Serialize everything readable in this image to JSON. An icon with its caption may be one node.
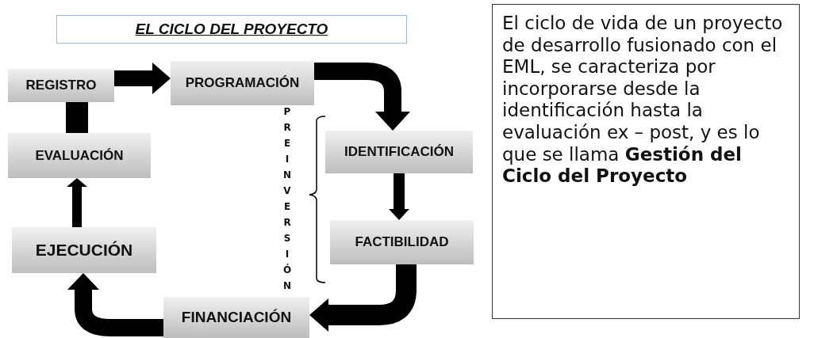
{
  "diagram": {
    "title": "EL CICLO DEL PROYECTO",
    "nodes": [
      {
        "text": [
          "REGISTRO"
        ]
      },
      {
        "text": [
          "PROGRAMACIÓN"
        ]
      },
      {
        "text": [
          "IDENTIFICACIÓN"
        ]
      },
      {
        "text": [
          "FACTIBILIDAD"
        ]
      },
      {
        "text": [
          "FINANCIACIÓN"
        ]
      },
      {
        "text": [
          "EJECUCIÓN"
        ]
      },
      {
        "text": [
          "EVALUACIÓN"
        ]
      },
      {
        "text": [
          "El ciclo de vida de un proyecto de desarrollo fusionado con el EML, se caracteriza por incorporarse desde la identificación hasta la evaluación ex – post, y es lo que se llama **Gestión del Ciclo del Proyecto**"
        ]
      }
    ],
    "edges": [
      {
        "from": 6,
        "to": 0,
        "arrow": "none"
      },
      {
        "from": 0,
        "to": 1,
        "arrow": "to"
      },
      {
        "from": 1,
        "to": 2,
        "arrow": "to"
      },
      {
        "from": 2,
        "to": 3,
        "arrow": "to"
      },
      {
        "from": 3,
        "to": 4,
        "arrow": "to"
      },
      {
        "from": 4,
        "to": 5,
        "arrow": "to"
      },
      {
        "from": 5,
        "to": 6,
        "arrow": "to"
      }
    ],
    "labels": [
      "PREINVERSIÓN"
    ]
  }
}
